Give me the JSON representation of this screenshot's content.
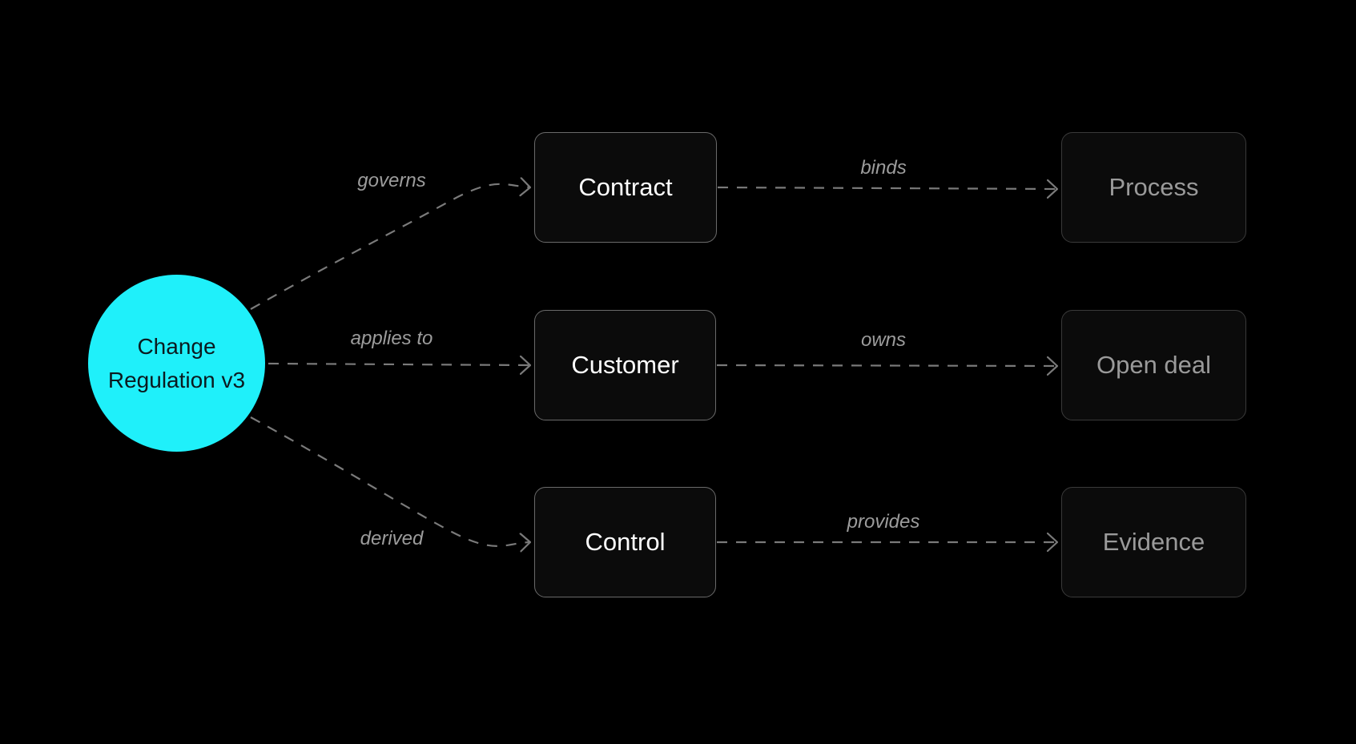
{
  "colors": {
    "background": "#000000",
    "source_fill": "#1ff0fa",
    "edge_stroke": "#7a7a7a"
  },
  "source": {
    "line1": "Change",
    "line2": "Regulation v3"
  },
  "entities": {
    "contract": "Contract",
    "customer": "Customer",
    "control": "Control"
  },
  "targets": {
    "process": "Process",
    "open_deal": "Open deal",
    "evidence": "Evidence"
  },
  "edges": {
    "governs": "governs",
    "applies_to": "applies to",
    "derived": "derived",
    "binds": "binds",
    "owns": "owns",
    "provides": "provides"
  }
}
